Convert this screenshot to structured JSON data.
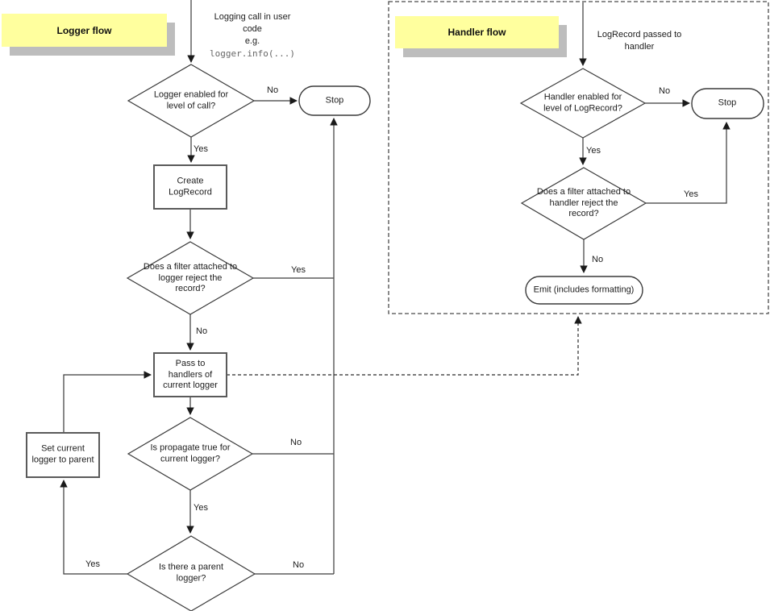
{
  "diagram": {
    "logger_flow": {
      "title": "Logger flow",
      "entry": {
        "text": "Logging call in user code",
        "eg": "e.g.",
        "code": "logger.info(...)"
      },
      "nodes": {
        "enabled_check": "Logger enabled for level of call?",
        "stop": "Stop",
        "create_record": "Create LogRecord",
        "filter_check": "Does a filter attached to logger reject the record?",
        "pass_handlers": "Pass to handlers of current logger",
        "propagate_check": "Is propagate true for current logger?",
        "parent_check": "Is there a parent logger?",
        "set_parent": "Set current logger to parent"
      },
      "edges": {
        "enabled_no": "No",
        "enabled_yes": "Yes",
        "filter_yes": "Yes",
        "filter_no": "No",
        "propagate_no": "No",
        "propagate_yes": "Yes",
        "parent_yes": "Yes",
        "parent_no": "No"
      }
    },
    "handler_flow": {
      "title": "Handler flow",
      "entry": {
        "text": "LogRecord passed to handler"
      },
      "nodes": {
        "enabled_check": "Handler enabled for level of LogRecord?",
        "stop": "Stop",
        "filter_check": "Does a filter attached to handler reject the record?",
        "emit": "Emit (includes formatting)"
      },
      "edges": {
        "enabled_no": "No",
        "enabled_yes": "Yes",
        "filter_yes": "Yes",
        "filter_no": "No"
      }
    },
    "colors": {
      "note_bg": "#ffff9e",
      "note_shadow": "#bdbdbd",
      "line": "#3a3a3a",
      "code_text": "#666666"
    }
  }
}
